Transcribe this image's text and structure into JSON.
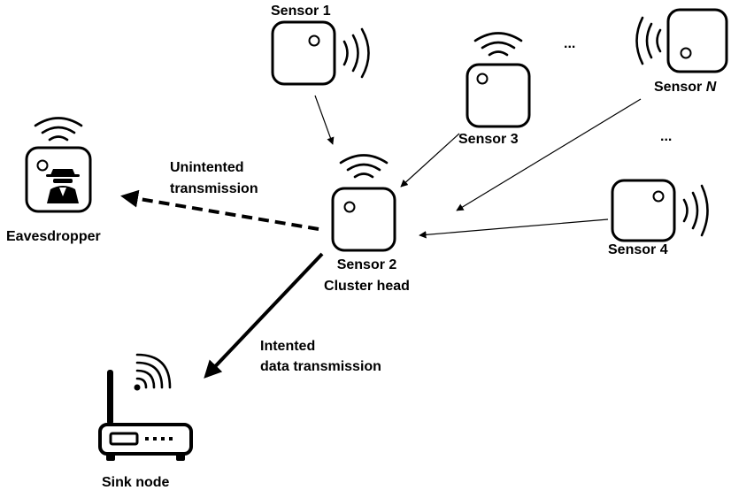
{
  "nodes": {
    "sensor1": {
      "label": "Sensor 1"
    },
    "sensor2": {
      "label": "Sensor 2",
      "role": "Cluster head"
    },
    "sensor3": {
      "label": "Sensor 3"
    },
    "sensor4": {
      "label": "Sensor 4"
    },
    "sensorN": {
      "prefix": "Sensor ",
      "index": "N"
    },
    "eavesdropper": {
      "label": "Eavesdropper"
    },
    "sink": {
      "label": "Sink node"
    }
  },
  "ellipsis": "...",
  "edges": {
    "unintended": {
      "line1": "Unintented",
      "line2": "transmission"
    },
    "intended": {
      "line1": "Intented",
      "line2": "data transmission"
    }
  },
  "icons": [
    "sensor-node-icon",
    "wifi-signal-icon",
    "spy-icon",
    "router-icon"
  ],
  "colors": {
    "stroke": "#000000",
    "background": "#ffffff"
  }
}
